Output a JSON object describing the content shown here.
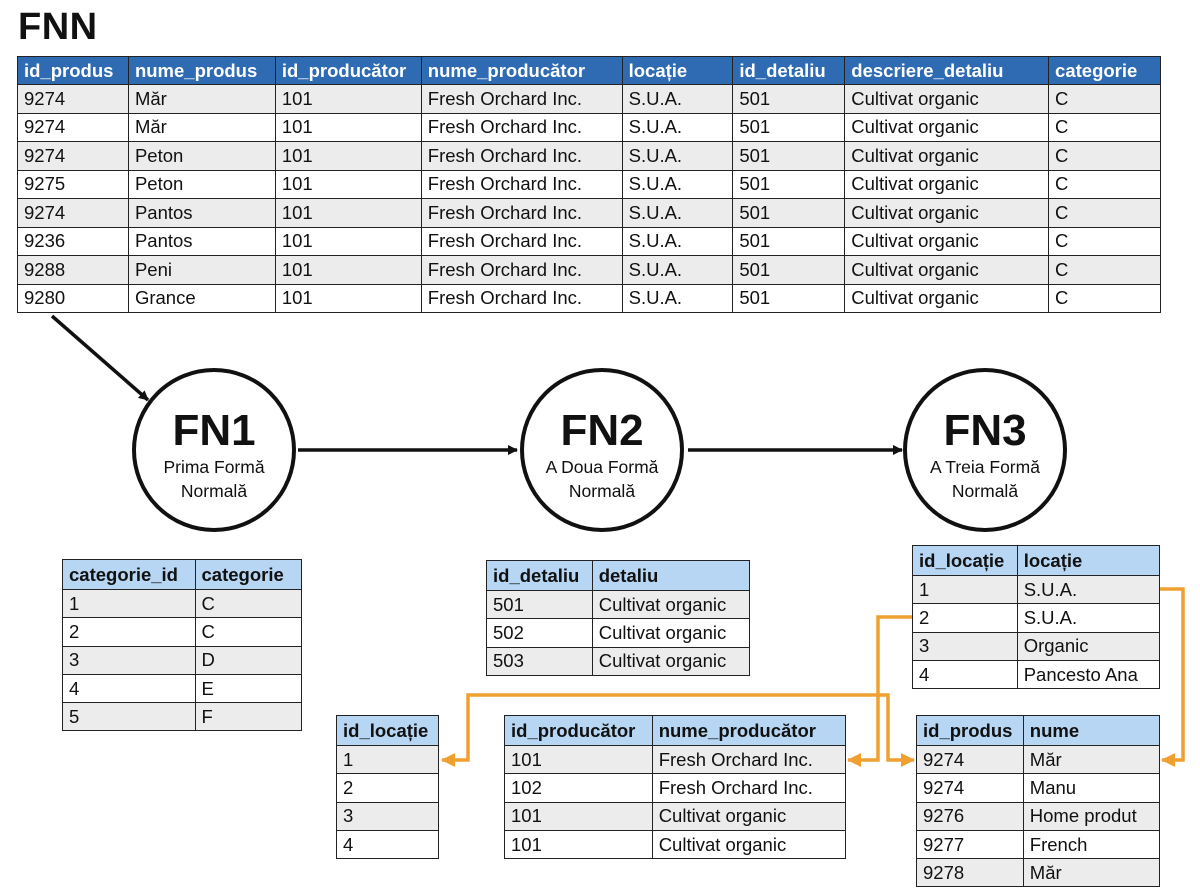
{
  "title": "FNN",
  "unf_table": {
    "headers": [
      "id_produs",
      "nume_produs",
      "id_producător",
      "nume_producător",
      "locație",
      "id_detaliu",
      "descriere_detaliu",
      "categorie"
    ],
    "rows": [
      [
        "9274",
        "Măr",
        "101",
        "Fresh Orchard Inc.",
        "S.U.A.",
        "501",
        "Cultivat organic",
        "C"
      ],
      [
        "9274",
        "Măr",
        "101",
        "Fresh Orchard Inc.",
        "S.U.A.",
        "501",
        "Cultivat organic",
        "C"
      ],
      [
        "9274",
        "Peton",
        "101",
        "Fresh Orchard Inc.",
        "S.U.A.",
        "501",
        "Cultivat organic",
        "C"
      ],
      [
        "9275",
        "Peton",
        "101",
        "Fresh Orchard Inc.",
        "S.U.A.",
        "501",
        "Cultivat organic",
        "C"
      ],
      [
        "9274",
        "Pantos",
        "101",
        "Fresh Orchard Inc.",
        "S.U.A.",
        "501",
        "Cultivat organic",
        "C"
      ],
      [
        "9236",
        "Pantos",
        "101",
        "Fresh Orchard Inc.",
        "S.U.A.",
        "501",
        "Cultivat organic",
        "C"
      ],
      [
        "9288",
        "Peni",
        "101",
        "Fresh Orchard Inc.",
        "S.U.A.",
        "501",
        "Cultivat organic",
        "C"
      ],
      [
        "9280",
        "Grance",
        "101",
        "Fresh Orchard Inc.",
        "S.U.A.",
        "501",
        "Cultivat organic",
        "C"
      ]
    ]
  },
  "nodes": [
    {
      "label": "FN1",
      "line1": "Prima Formă",
      "line2": "Normală"
    },
    {
      "label": "FN2",
      "line1": "A Doua Formă",
      "line2": "Normală"
    },
    {
      "label": "FN3",
      "line1": "A Treia Formă",
      "line2": "Normală"
    }
  ],
  "category_table": {
    "headers": [
      "categorie_id",
      "categorie"
    ],
    "rows": [
      [
        "1",
        "C"
      ],
      [
        "2",
        "C"
      ],
      [
        "3",
        "D"
      ],
      [
        "4",
        "E"
      ],
      [
        "5",
        "F"
      ]
    ]
  },
  "detail_table": {
    "headers": [
      "id_detaliu",
      "detaliu"
    ],
    "rows": [
      [
        "501",
        "Cultivat organic"
      ],
      [
        "502",
        "Cultivat organic"
      ],
      [
        "503",
        "Cultivat organic"
      ]
    ]
  },
  "location_table": {
    "headers": [
      "id_locație",
      "locație"
    ],
    "rows": [
      [
        "1",
        "S.U.A."
      ],
      [
        "2",
        "S.U.A."
      ],
      [
        "3",
        "Organic"
      ],
      [
        "4",
        "Pancesto Ana"
      ]
    ]
  },
  "location_id_table": {
    "headers": [
      "id_locație"
    ],
    "rows": [
      [
        "1"
      ],
      [
        "2"
      ],
      [
        "3"
      ],
      [
        "4"
      ]
    ]
  },
  "producer_table": {
    "headers": [
      "id_producător",
      "nume_producător"
    ],
    "rows": [
      [
        "101",
        "Fresh Orchard Inc."
      ],
      [
        "102",
        "Fresh Orchard Inc."
      ],
      [
        "101",
        "Cultivat organic"
      ],
      [
        "101",
        "Cultivat organic"
      ]
    ]
  },
  "product_table": {
    "headers": [
      "id_produs",
      "nume"
    ],
    "rows": [
      [
        "9274",
        "Măr"
      ],
      [
        "9274",
        "Manu"
      ],
      [
        "9276",
        "Home produt"
      ],
      [
        "9277",
        "French"
      ],
      [
        "9278",
        "Măr"
      ]
    ]
  },
  "colors": {
    "main_header": "#2e6bb3",
    "sub_header": "#b7d6f3",
    "link": "#f0a030",
    "arrow": "#111111"
  }
}
